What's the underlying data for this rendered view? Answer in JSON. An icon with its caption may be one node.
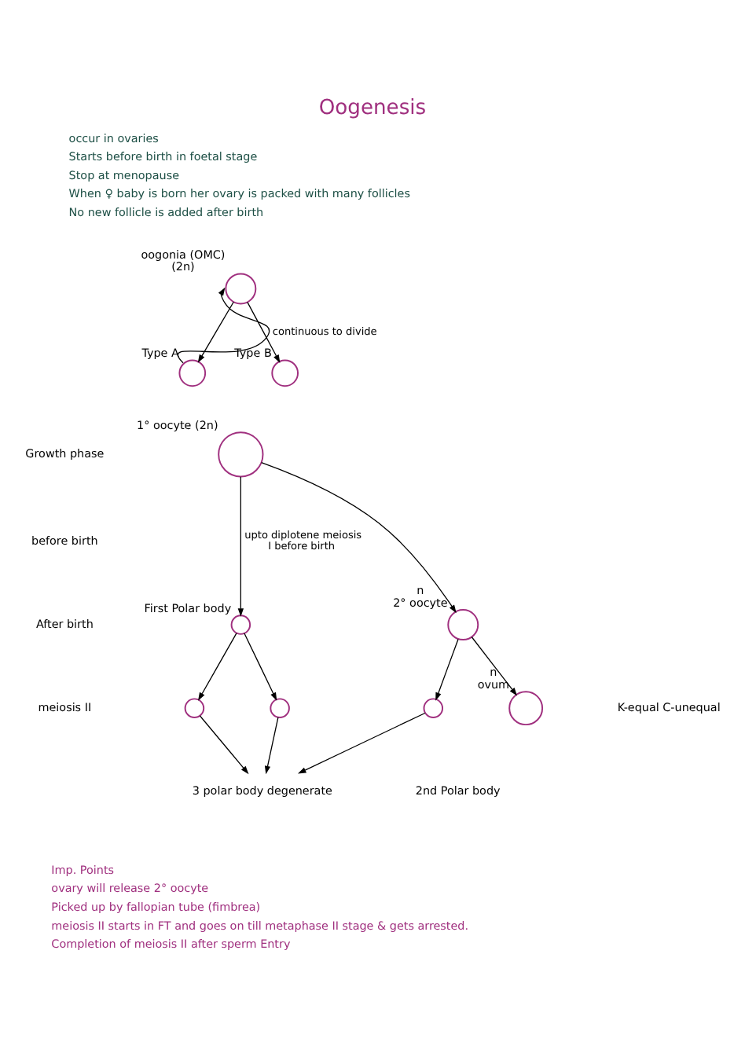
{
  "diagram": {
    "title": "Oogenesis",
    "nodes": [
      {
        "text": [],
        "shape": "circle",
        "beside": [
          "oogonia (OMC)",
          "(2n)"
        ]
      },
      {
        "text": [],
        "shape": "circle",
        "beside": [
          "Type A"
        ]
      },
      {
        "text": [],
        "shape": "circle",
        "beside": [
          "Type B"
        ]
      },
      {
        "text": [],
        "shape": "circle",
        "beside": [
          "1° oocyte (2n)"
        ]
      },
      {
        "text": [],
        "shape": "circle",
        "beside": [
          "First Polar body"
        ]
      },
      {
        "text": [],
        "shape": "circle",
        "beside": [
          "n",
          "2° oocyte"
        ]
      },
      {
        "text": [],
        "shape": "circle"
      },
      {
        "text": [],
        "shape": "circle"
      },
      {
        "text": [],
        "shape": "circle"
      },
      {
        "text": [],
        "shape": "circle",
        "beside": [
          "n",
          "ovum"
        ]
      },
      {
        "text": [
          "3 polar body degenerate"
        ]
      }
    ],
    "edges": [
      {
        "from": 0,
        "to": 1,
        "arrow": "to"
      },
      {
        "from": 0,
        "to": 2,
        "arrow": "to"
      },
      {
        "from": 1,
        "to": 0,
        "arrow": "to",
        "label": "continuous to divide"
      },
      {
        "from": 3,
        "to": 4,
        "arrow": "to",
        "label": "upto diplotene meiosis I before birth"
      },
      {
        "from": 3,
        "to": 5,
        "arrow": "to"
      },
      {
        "from": 4,
        "to": 6,
        "arrow": "to"
      },
      {
        "from": 4,
        "to": 7,
        "arrow": "to"
      },
      {
        "from": 5,
        "to": 8,
        "arrow": "to"
      },
      {
        "from": 5,
        "to": 9,
        "arrow": "to"
      },
      {
        "from": 6,
        "to": 10,
        "arrow": "to"
      },
      {
        "from": 7,
        "to": 10,
        "arrow": "to"
      },
      {
        "from": 8,
        "to": 10,
        "arrow": "to"
      }
    ],
    "labels": [
      "occur in ovaries",
      "Starts before birth in foetal stage",
      "Stop at menopause",
      "When ♀ baby is born her ovary is packed with many follicles",
      "No new follicle is added after birth",
      "Growth phase",
      "before birth",
      "After birth",
      "meiosis II",
      "K-equal C-unequal",
      "2nd Polar body",
      "Imp. Points",
      "ovary will release 2° oocyte",
      "Picked up by fallopian tube (fimbrea)",
      "meiosis II starts in FT and goes on till metaphase II stage & gets arrested.",
      "Completion of meiosis II after sperm Entry"
    ]
  }
}
